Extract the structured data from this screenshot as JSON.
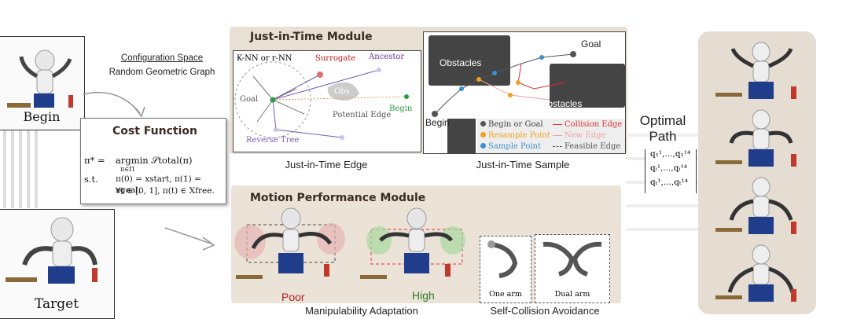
{
  "left": {
    "begin_label": "Begin",
    "target_label": "Target",
    "config_space": "Configuration Space",
    "rgg": "Random Geometric Graph"
  },
  "cost_function": {
    "title": "Cost Function",
    "line1_lhs": "π* =",
    "line1_rhs": "argmin 𝒮total(π)",
    "line1_sub": "π∈Π",
    "line2_lhs": "s.t.",
    "line2_rhs": "π(0) = xstart, π(1) = xgoal,",
    "line3_rhs": "∀t ∈ [0, 1], π(t) ∈ Xfree."
  },
  "jit_module": {
    "title": "Just-in-Time Module",
    "edge_panel": {
      "knn": "K-NN or r-NN",
      "surrogate": "Surrogate",
      "ancestor": "Ancestor",
      "goal": "Goal",
      "obs": "Obs",
      "begin": "Begin",
      "potential_edge": "Potential Edge",
      "reverse_tree": "Reverse Tree"
    },
    "edge_caption": "Just-in-Time Edge",
    "sample_panel": {
      "goal": "Goal",
      "obstacles_1": "Obstacles",
      "obstacles_2": "Obstacles",
      "begin": "Begin",
      "legend": [
        {
          "label": "Begin or Goal",
          "color": "#555555"
        },
        {
          "label": "Resample Point",
          "color": "#f0a020"
        },
        {
          "label": "Sample Point",
          "color": "#3a8fd0"
        },
        {
          "label": "Collision Edge",
          "color": "#e03030"
        },
        {
          "label": "New Edge",
          "color": "#f0a0a0"
        },
        {
          "label": "Feasible Edge",
          "color": "#555555"
        }
      ]
    },
    "sample_caption": "Just-in-Time Sample"
  },
  "motion_module": {
    "title": "Motion Performance Module",
    "poor": "Poor",
    "high": "High",
    "one_arm": "One arm",
    "dual_arm": "Dual arm",
    "manip_caption": "Manipulability Adaptation",
    "self_collision_caption": "Self-Collision Avoidance"
  },
  "right": {
    "optimal": "Optimal",
    "path": "Path",
    "matrix_rows": [
      "q₁¹,...,q₁¹⁴",
      "qᵢ¹,...,qᵢ¹⁴",
      "qₜ¹,...,qₜ¹⁴"
    ]
  }
}
